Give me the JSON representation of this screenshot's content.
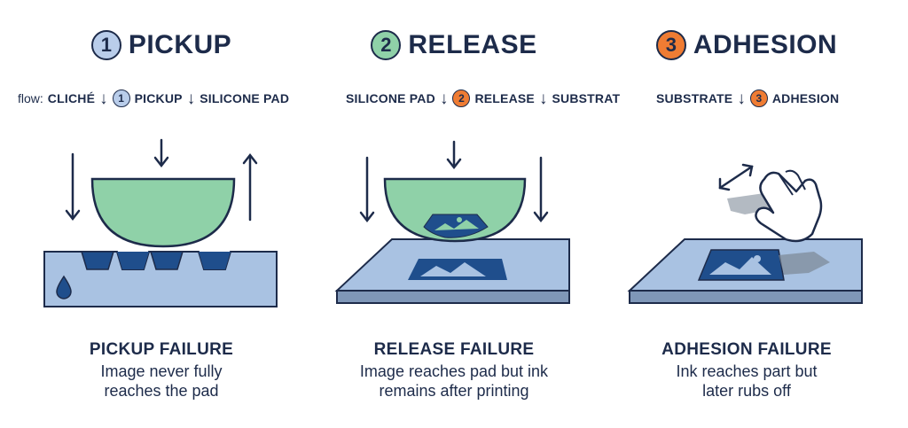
{
  "colors": {
    "ink": "#1d2b4a",
    "pad_green": "#8fd1a8",
    "substrate_blue": "#a9c2e2",
    "ink_fill": "#1f4e8c",
    "badge_blue": "#b9cdea",
    "badge_green": "#8fd1a8",
    "badge_orange": "#ef7c33"
  },
  "flow": {
    "prefix": "flow:",
    "segments": [
      {
        "from": "CLICHÉ",
        "step": "1",
        "step_name": "PICKUP",
        "to": "SILICONE PAD"
      },
      {
        "from": "SILICONE PAD",
        "step": "2",
        "step_name": "RELEASE",
        "to": "SUBSTRAT"
      },
      {
        "from": "SUBSTRATE",
        "step": "3",
        "step_name": "ADHESION",
        "to": ""
      }
    ]
  },
  "panels": [
    {
      "number": "1",
      "title": "PICKUP",
      "failure_title": "PICKUP FAILURE",
      "failure_desc_line1": "Image never fully",
      "failure_desc_line2": "reaches the pad",
      "icons": [
        "down-arrow-icon",
        "up-arrow-icon",
        "ink-drop-icon"
      ]
    },
    {
      "number": "2",
      "title": "RELEASE",
      "failure_title": "RELEASE FAILURE",
      "failure_desc_line1": "Image reaches pad but ink",
      "failure_desc_line2": "remains after printing",
      "icons": [
        "down-arrow-icon",
        "image-icon"
      ]
    },
    {
      "number": "3",
      "title": "ADHESION",
      "failure_title": "ADHESION FAILURE",
      "failure_desc_line1": "Ink reaches part but",
      "failure_desc_line2": "later rubs off",
      "icons": [
        "double-arrow-icon",
        "hand-icon",
        "image-icon"
      ]
    }
  ]
}
